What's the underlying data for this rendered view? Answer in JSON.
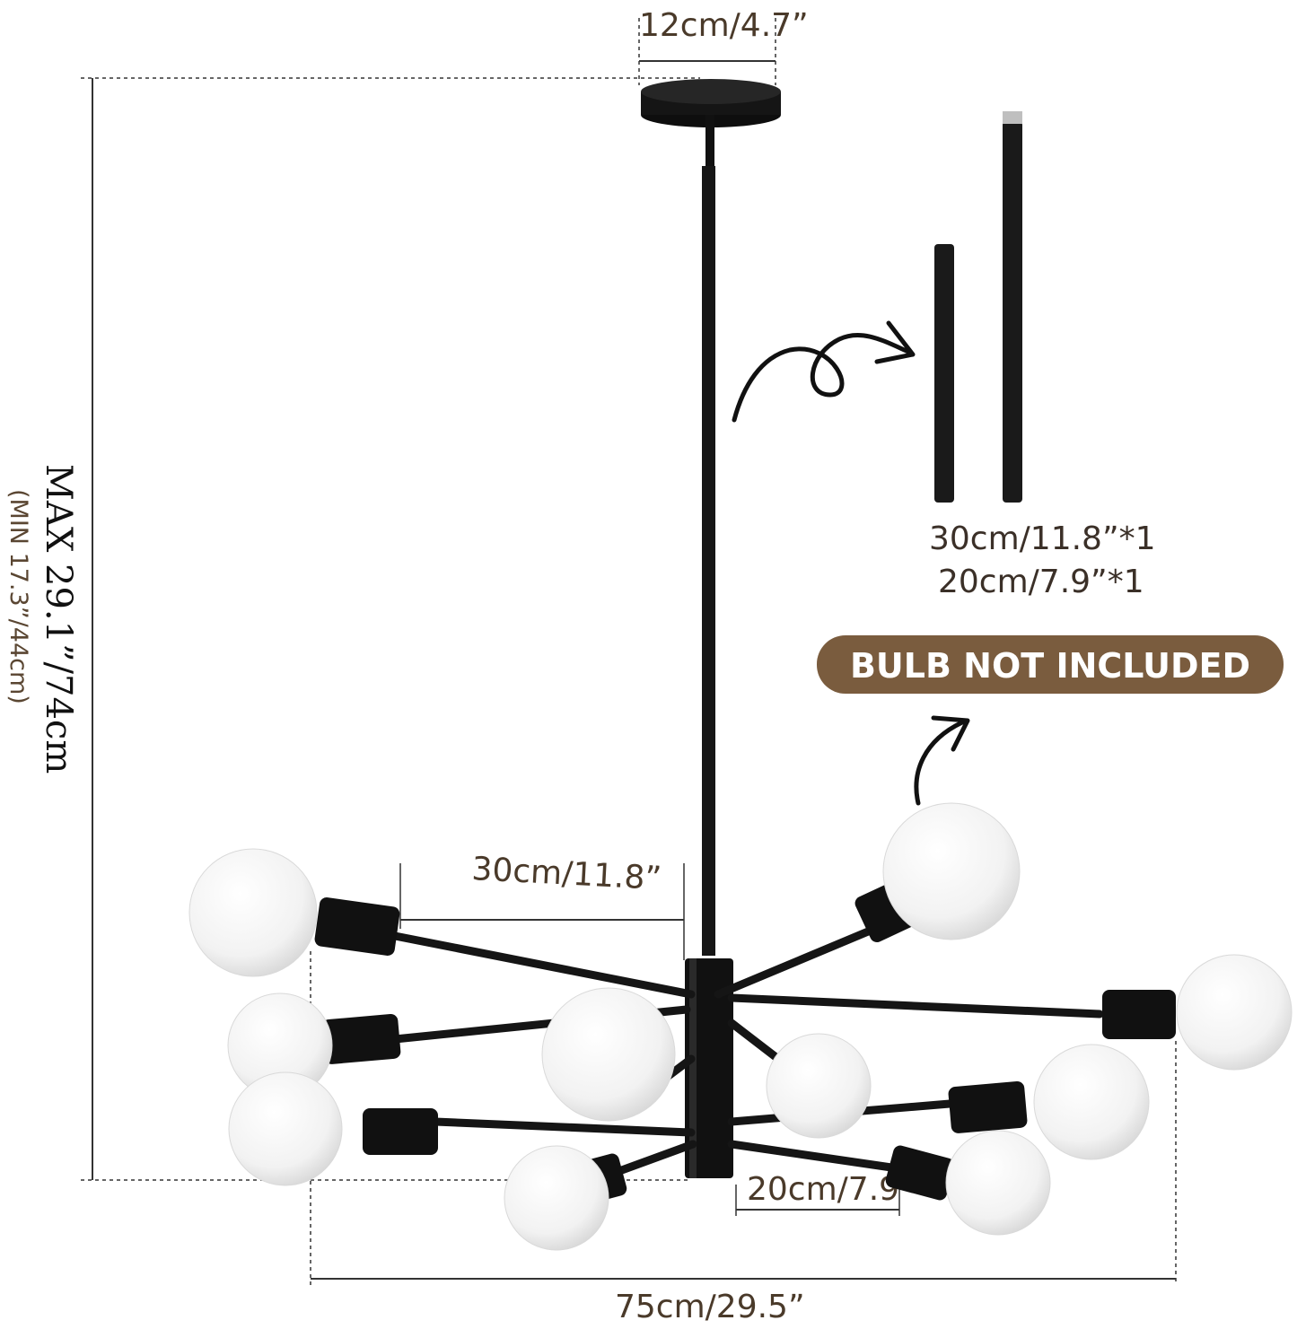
{
  "dimensions": {
    "canopy_width": "12cm/4.7”",
    "total_height_max": "MAX 29.1”/74cm",
    "total_height_min": "(MIN 17.3”/44cm)",
    "arm_long": "30cm/11.8”",
    "arm_short": "20cm/7.9”",
    "total_width": "75cm/29.5”"
  },
  "rods": {
    "rod_long": "30cm/11.8”*1",
    "rod_short": "20cm/7.9”*1"
  },
  "badge": {
    "text": "BULB NOT INCLUDED",
    "color": "#7a5c3e"
  },
  "colors": {
    "metal": "#141414",
    "bulb": "#f3f3f3",
    "label": "#4a3a2a"
  }
}
